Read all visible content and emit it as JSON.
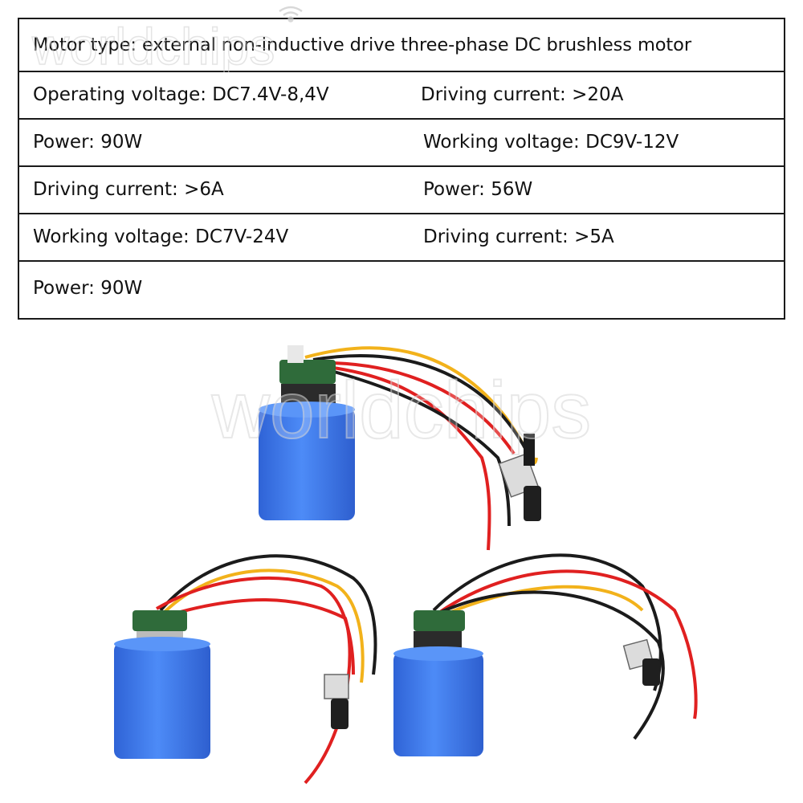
{
  "specs": {
    "title_row": "Motor type: external non-inductive drive three-phase DC brushless motor",
    "rows": [
      [
        "Operating voltage: DC7.4V-8,4V",
        "Driving current: >20A"
      ],
      [
        "Power: 90W",
        "Working voltage: DC9V-12V"
      ],
      [
        "Driving current: >6A",
        "Power: 56W"
      ],
      [
        "Working voltage: DC7V-24V",
        "Driving current: >5A"
      ],
      [
        "Power: 90W",
        ""
      ]
    ]
  },
  "watermark": {
    "text": "worldchips",
    "icon": "wifi-signal-icon"
  },
  "products": {
    "items": [
      "brushless-motor-with-speed-controller",
      "brushless-motor-with-speed-controller",
      "brushless-motor-with-speed-controller"
    ]
  },
  "colors": {
    "motor_blue": "#3f7cf2",
    "wire_red": "#e02020",
    "wire_yellow": "#f2b21b",
    "wire_black": "#1b1b1b",
    "pcb_green": "#2f6b3a"
  }
}
